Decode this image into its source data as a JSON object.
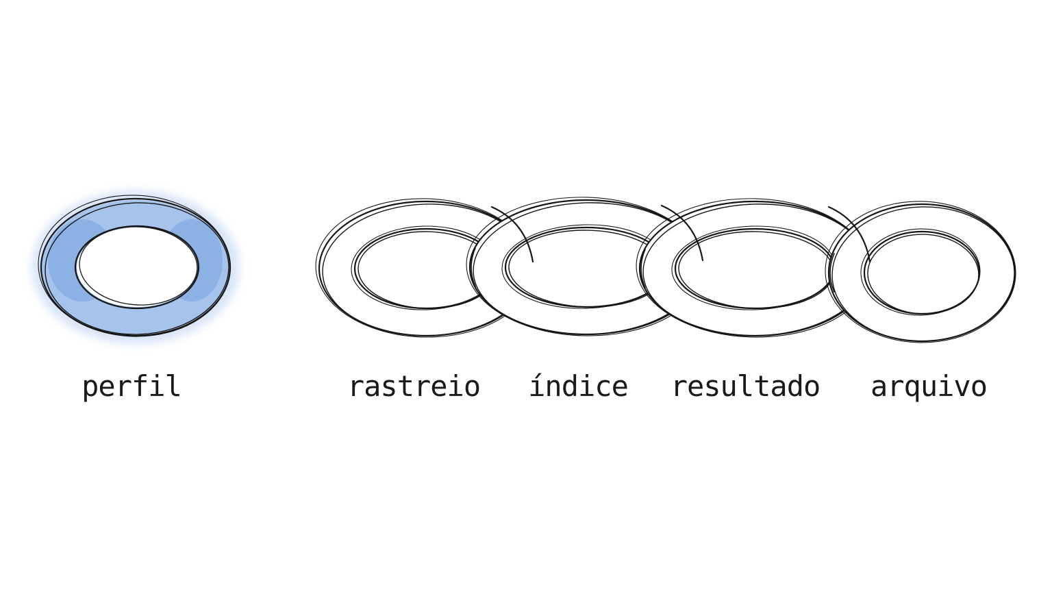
{
  "colors": {
    "ink": "#161616",
    "watercolor": "#5b8fd6",
    "background": "#ffffff"
  },
  "detached_link": {
    "label": "perfil"
  },
  "chain": {
    "links": [
      {
        "label": "rastreio"
      },
      {
        "label": "índice"
      },
      {
        "label": "resultado"
      },
      {
        "label": "arquivo"
      }
    ]
  }
}
